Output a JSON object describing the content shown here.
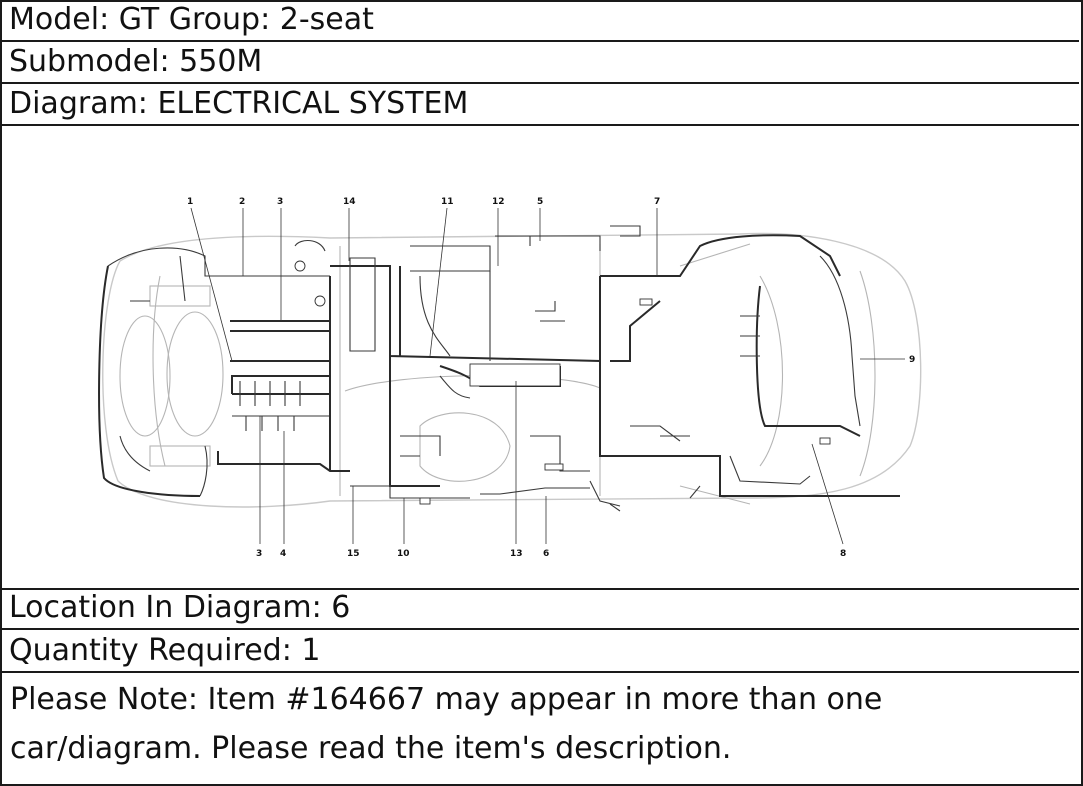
{
  "header": {
    "model": "Model: GT Group: 2-seat",
    "submodel": "Submodel: 550M",
    "diagram": "Diagram: ELECTRICAL SYSTEM"
  },
  "diagram": {
    "callouts_top": [
      "1",
      "2",
      "3",
      "14",
      "11",
      "12",
      "5",
      "7"
    ],
    "callouts_bottom": [
      "3",
      "4",
      "15",
      "10",
      "13",
      "6",
      "8"
    ],
    "callouts_side": [
      "9"
    ]
  },
  "details": {
    "location": "Location In Diagram: 6",
    "quantity": "Quantity Required: 1",
    "note": "Please Note: Item #164667 may appear in more than one car/diagram. Please read the item's description."
  }
}
